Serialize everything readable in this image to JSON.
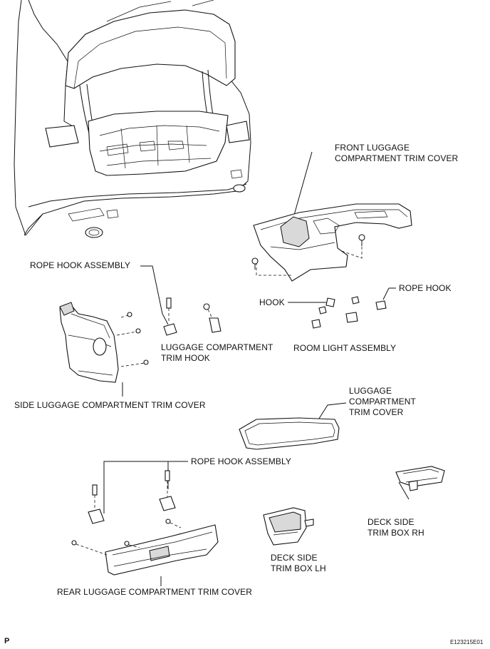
{
  "labels": {
    "front_cover_l1": "FRONT LUGGAGE",
    "front_cover_l2": "COMPARTMENT TRIM COVER",
    "rope_hook_assembly_upper": "ROPE HOOK ASSEMBLY",
    "rope_hook": "ROPE HOOK",
    "hook": "HOOK",
    "room_light_assembly": "ROOM LIGHT ASSEMBLY",
    "trim_hook_l1": "LUGGAGE COMPARTMENT",
    "trim_hook_l2": "TRIM HOOK",
    "side_cover": "SIDE LUGGAGE COMPARTMENT TRIM COVER",
    "luggage_cover_l1": "LUGGAGE",
    "luggage_cover_l2": "COMPARTMENT",
    "luggage_cover_l3": "TRIM COVER",
    "rope_hook_assembly_lower": "ROPE HOOK ASSEMBLY",
    "deck_rh_l1": "DECK SIDE",
    "deck_rh_l2": "TRIM BOX RH",
    "deck_lh_l1": "DECK SIDE",
    "deck_lh_l2": "TRIM BOX LH",
    "rear_cover": "REAR LUGGAGE COMPARTMENT TRIM COVER",
    "page_marker": "P",
    "figure_code": "E123215E01"
  }
}
